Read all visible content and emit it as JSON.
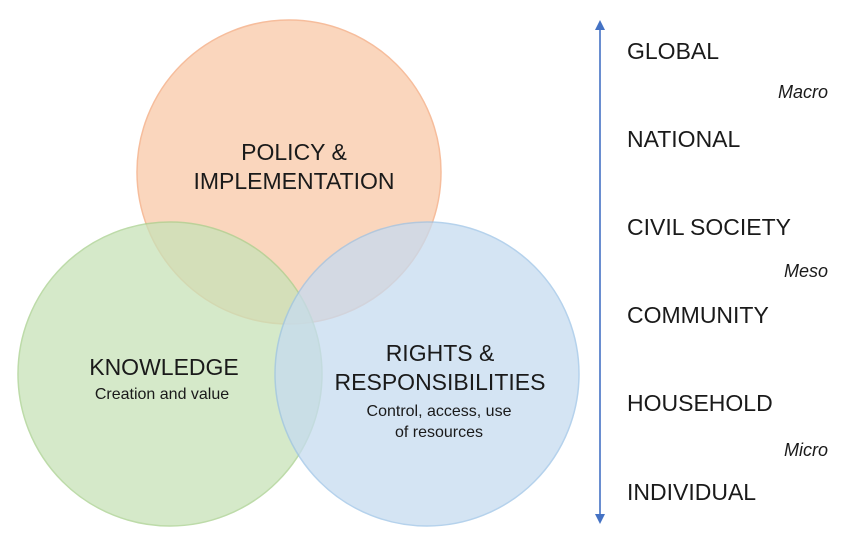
{
  "circles": {
    "policy": {
      "title_1": "POLICY &",
      "title_2": "IMPLEMENTATION",
      "fill": "#f9c9a8",
      "stroke": "#f4a87c"
    },
    "knowledge": {
      "title": "KNOWLEDGE",
      "subtitle": "Creation and value",
      "fill": "#c8e2b8",
      "stroke": "#a8d08d"
    },
    "rights": {
      "title_1": "RIGHTS &",
      "title_2": "RESPONSIBILITIES",
      "subtitle_1": "Control, access, use",
      "subtitle_2": "of resources",
      "fill": "#c6dbf0",
      "stroke": "#9dc3e6"
    }
  },
  "axis": {
    "color": "#4472c4"
  },
  "levels": [
    "GLOBAL",
    "NATIONAL",
    "CIVIL SOCIETY",
    "COMMUNITY",
    "HOUSEHOLD",
    "INDIVIDUAL"
  ],
  "scales": [
    "Macro",
    "Meso",
    "Micro"
  ]
}
